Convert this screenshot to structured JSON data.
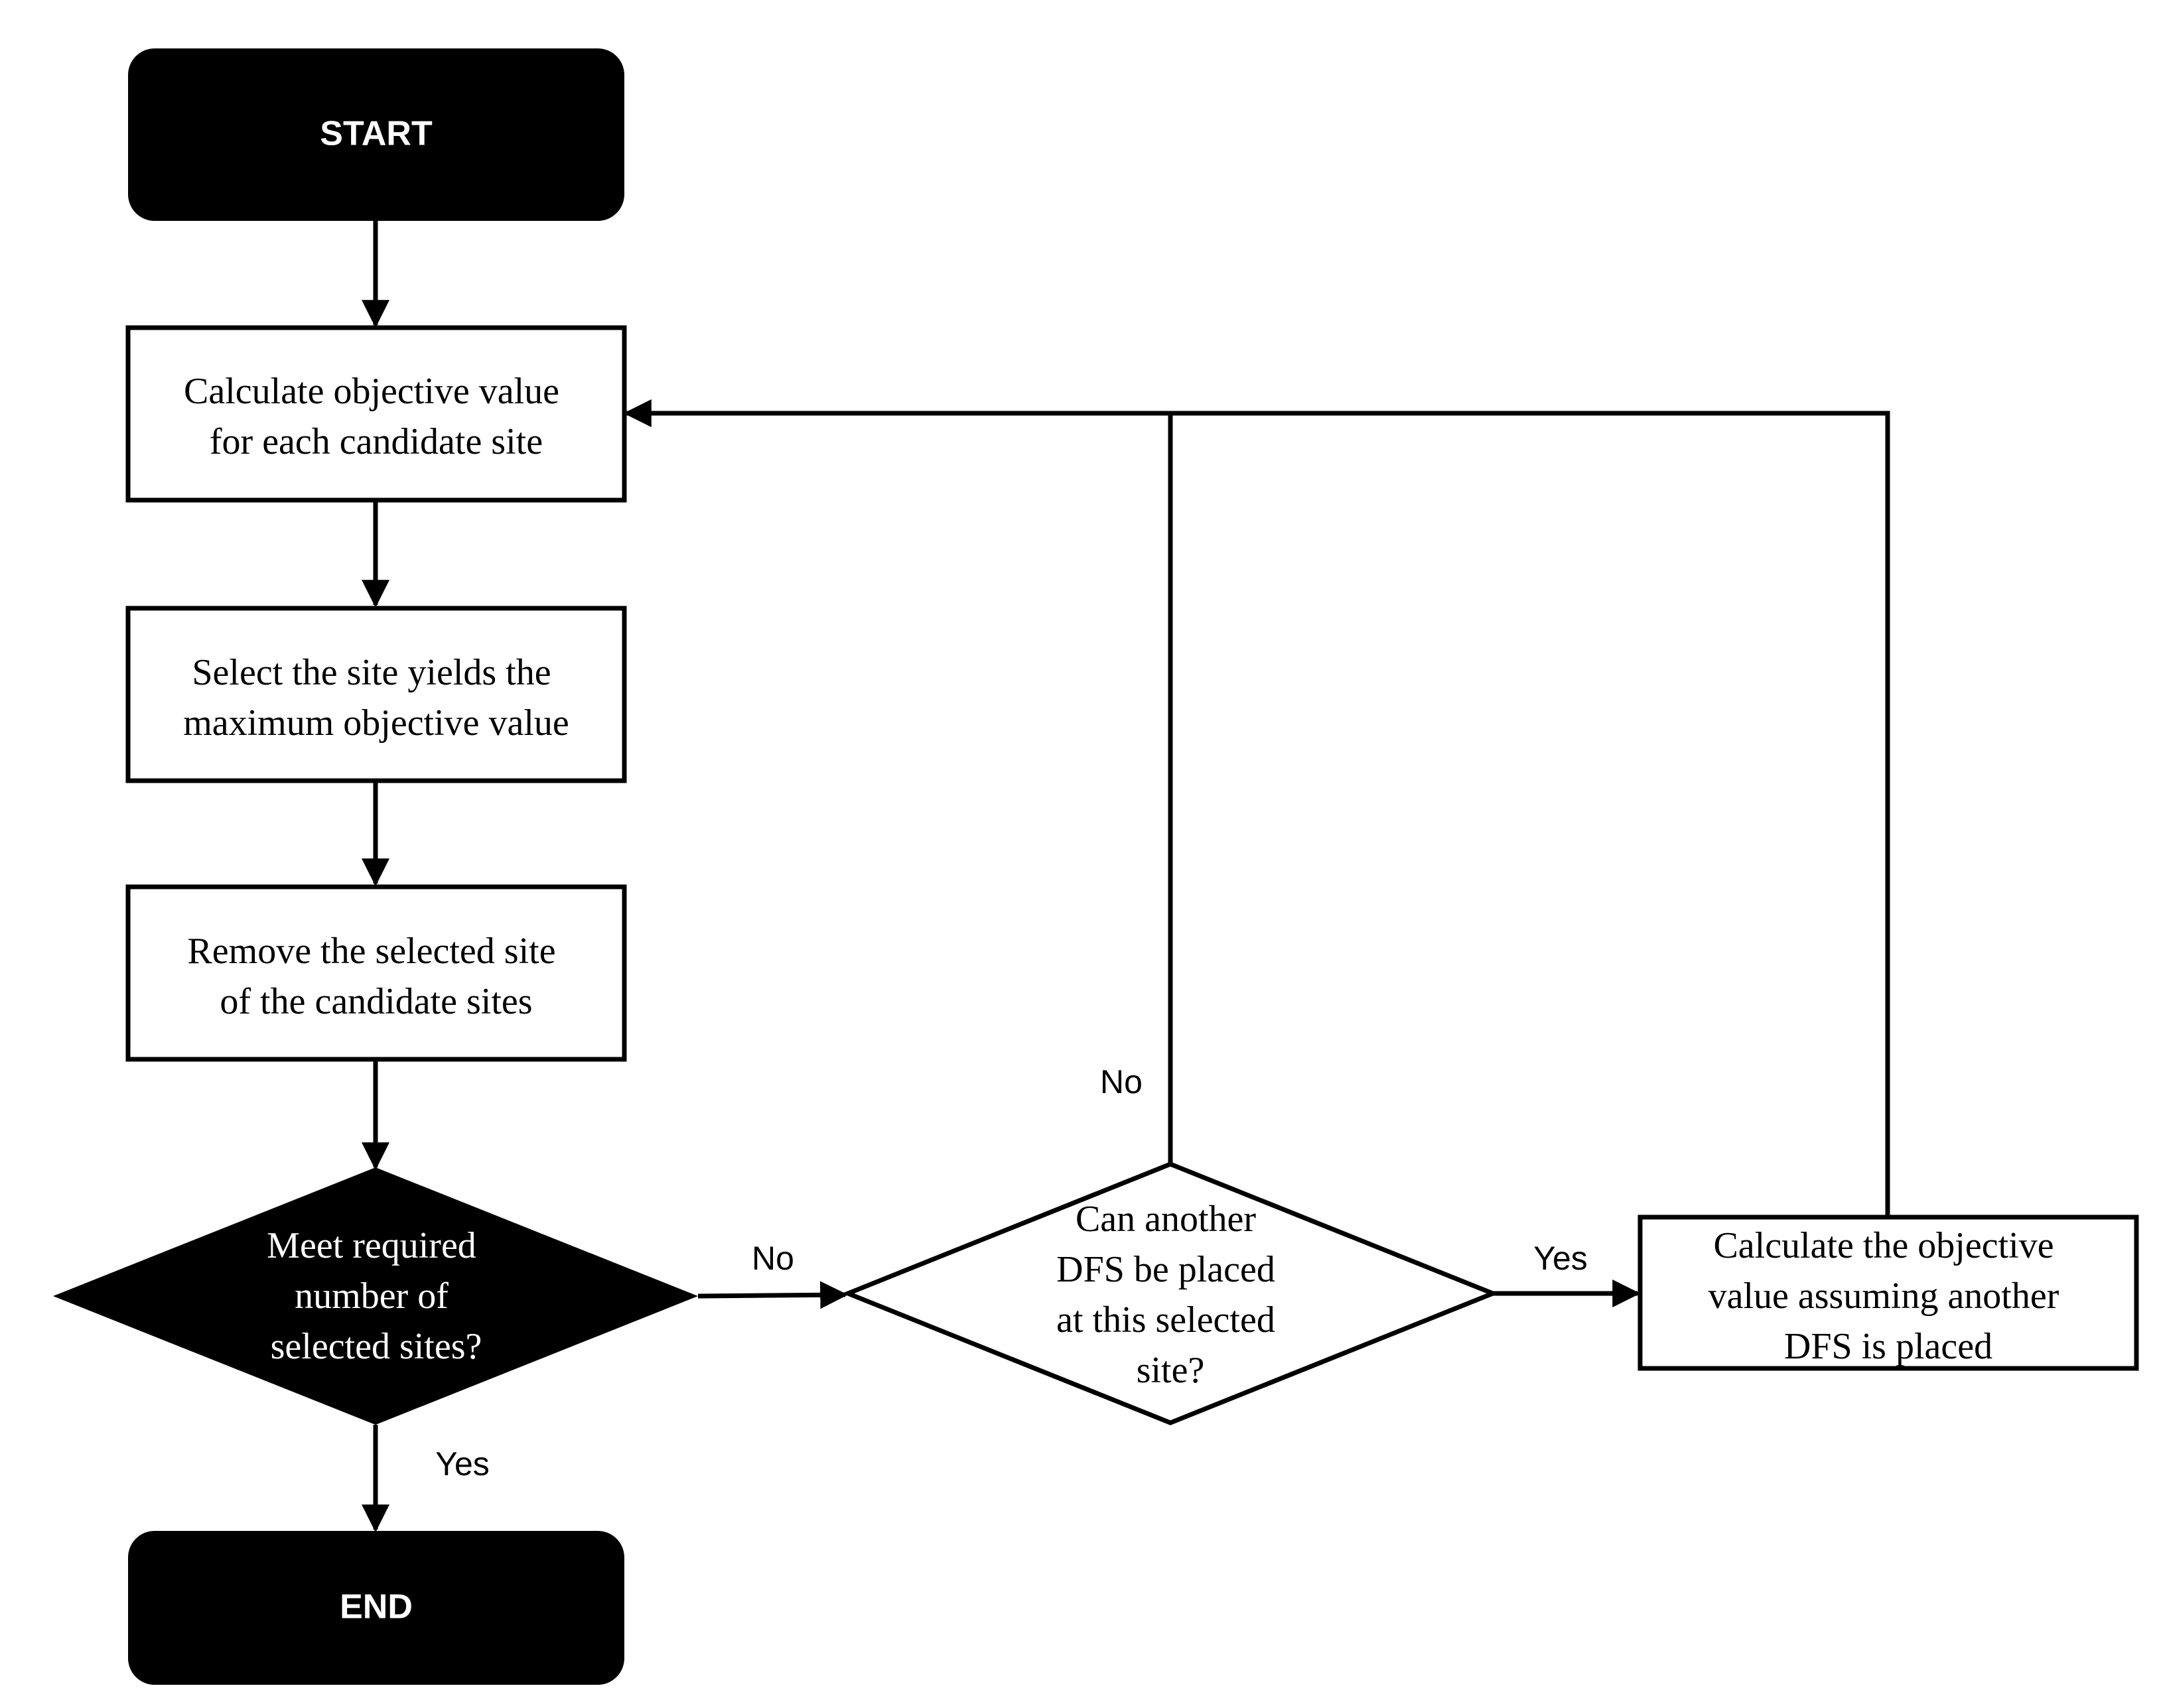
{
  "nodes": {
    "start": {
      "text": "START"
    },
    "calc_objective": {
      "line1": "Calculate objective value",
      "line2": "for each candidate site"
    },
    "select_site": {
      "line1": "Select the site yields the",
      "line2": "maximum objective value"
    },
    "remove_site": {
      "line1": "Remove the selected site",
      "line2": "of the candidate sites"
    },
    "decision_required": {
      "line1": "Meet required",
      "line2": "number of",
      "line3": "selected sites?"
    },
    "decision_another_dfs": {
      "line1": "Can another",
      "line2": "DFS be placed",
      "line3": "at this selected",
      "line4": "site?"
    },
    "calc_assuming": {
      "line1": "Calculate the objective",
      "line2": "value assuming another",
      "line3": "DFS is placed"
    },
    "end": {
      "text": "END"
    }
  },
  "edge_labels": {
    "required_no": "No",
    "required_yes": "Yes",
    "another_no": "No",
    "another_yes": "Yes"
  },
  "colors": {
    "terminal_fill": "#000000",
    "terminal_text": "#ffffff",
    "line": "#000000"
  }
}
